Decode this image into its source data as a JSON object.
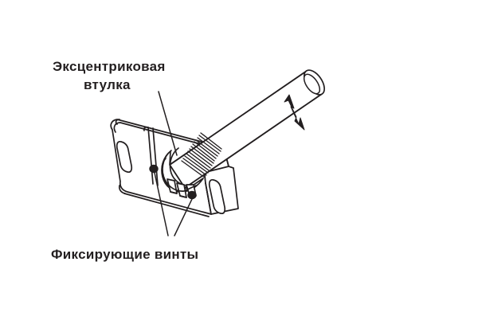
{
  "figure": {
    "kind": "technical-line-drawing",
    "background_color": "#ffffff",
    "line_color": "#231f20",
    "fill_color": "#ffffff",
    "language": "ru"
  },
  "labels": {
    "bushing": {
      "line1": "Эксцентриковая",
      "line2": "втулка"
    },
    "screws": {
      "line1": "Фиксирующие винты"
    }
  },
  "parts": {
    "mounting_plate": "mounting-plate",
    "slot_hole_left": "slot-hole-left",
    "slot_hole_right": "slot-hole-right",
    "eccentric_bushing": "eccentric-bushing",
    "knurled_collar": "knurled-collar",
    "clamp_jaws": "clamp-jaws",
    "tube": "tube",
    "tube_end_cap": "tube-end-cap",
    "screw_upper": "fixing-screw-upper",
    "screw_lower": "fixing-screw-lower",
    "adjust_arrow": "adjustment-arrow",
    "leader_bushing": "leader-line-bushing",
    "leader_screw_upper": "leader-line-screw-upper",
    "leader_screw_lower": "leader-line-screw-lower"
  }
}
